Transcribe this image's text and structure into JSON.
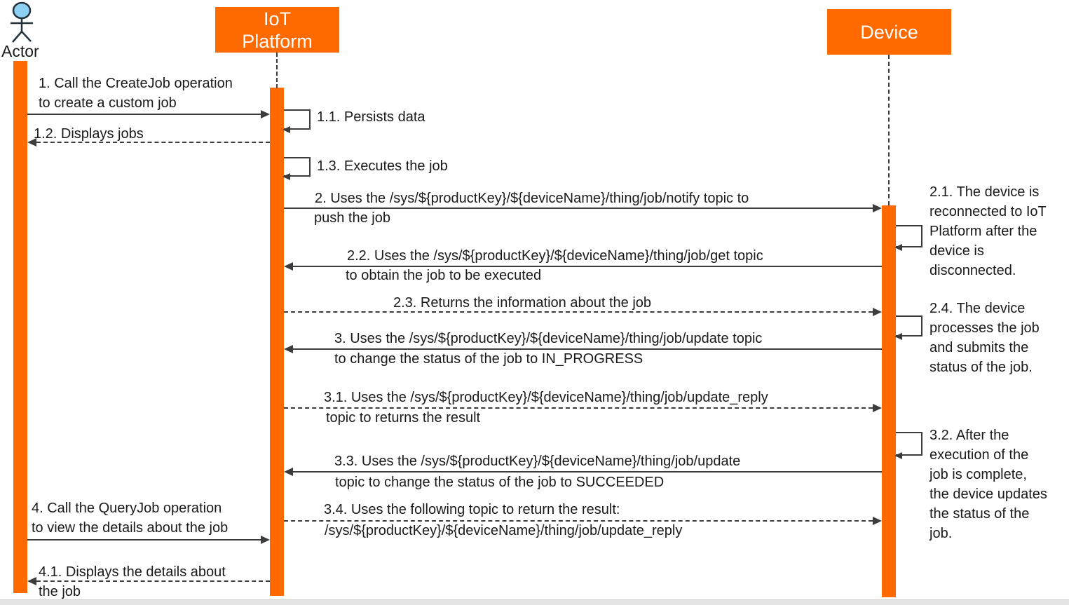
{
  "diagram": {
    "type": "sequence",
    "participants": {
      "actor": {
        "label": "Actor"
      },
      "platform": {
        "title": "IoT\nPlatform"
      },
      "device": {
        "title": "Device"
      }
    },
    "messages": {
      "m1": {
        "line1": "1. Call the CreateJob operation",
        "line2": "to create a custom job",
        "from": "Actor",
        "to": "IoT Platform",
        "style": "solid"
      },
      "m1_1": {
        "line1": "1.1. Persists data",
        "from": "IoT Platform",
        "to": "IoT Platform",
        "style": "self"
      },
      "m1_2": {
        "line1": "1.2. Displays jobs",
        "from": "IoT Platform",
        "to": "Actor",
        "style": "dashed"
      },
      "m1_3": {
        "line1": "1.3. Executes the job",
        "from": "IoT Platform",
        "to": "IoT Platform",
        "style": "self"
      },
      "m2": {
        "line1": "2. Uses the /sys/${productKey}/${deviceName}/thing/job/notify topic to",
        "line2": "push the job",
        "from": "IoT Platform",
        "to": "Device",
        "style": "solid"
      },
      "m2_2": {
        "line1": "2.2. Uses the /sys/${productKey}/${deviceName}/thing/job/get topic",
        "line2": "to obtain the job to be executed",
        "from": "Device",
        "to": "IoT Platform",
        "style": "solid"
      },
      "m2_3": {
        "line1": "2.3. Returns the information about the job",
        "from": "IoT Platform",
        "to": "Device",
        "style": "dashed"
      },
      "m3": {
        "line1": "3. Uses the /sys/${productKey}/${deviceName}/thing/job/update topic",
        "line2": "to change the status of the job to IN_PROGRESS",
        "from": "Device",
        "to": "IoT Platform",
        "style": "solid"
      },
      "m3_1": {
        "line1": "3.1. Uses the /sys/${productKey}/${deviceName}/thing/job/update_reply",
        "line2": "topic to returns the result",
        "from": "IoT Platform",
        "to": "Device",
        "style": "dashed"
      },
      "m3_3": {
        "line1": "3.3. Uses the /sys/${productKey}/${deviceName}/thing/job/update",
        "line2": "topic to change the status of the job to SUCCEEDED",
        "from": "Device",
        "to": "IoT Platform",
        "style": "solid"
      },
      "m3_4": {
        "line1": "3.4. Uses the following topic to return the result:",
        "line2": "/sys/${productKey}/${deviceName}/thing/job/update_reply",
        "from": "Device",
        "to": "IoT Platform",
        "style": "dashed"
      },
      "m4": {
        "line1": "4. Call the QueryJob operation",
        "line2": "to view the details about the job",
        "from": "Actor",
        "to": "IoT Platform",
        "style": "solid"
      },
      "m4_1": {
        "line1": "4.1. Displays the details about",
        "line2": "the job",
        "from": "IoT Platform",
        "to": "Actor",
        "style": "dashed"
      }
    },
    "notes": {
      "n2_1": {
        "text": "2.1. The device is\nreconnected to IoT\nPlatform after the\ndevice is\ndisconnected.",
        "at": "Device",
        "style": "self"
      },
      "n2_4": {
        "text": "2.4. The device\nprocesses the job\nand submits the\nstatus of the job.",
        "at": "Device",
        "style": "self"
      },
      "n3_2": {
        "text": "3.2. After the\nexecution of the\njob is complete,\nthe device updates\nthe status of the\njob.",
        "at": "Device",
        "style": "self"
      }
    },
    "colors": {
      "accent": "#FF6A00",
      "line": "#3C3C3C",
      "text": "#1A1A1A",
      "actor_head": "#8ED0F2"
    }
  }
}
